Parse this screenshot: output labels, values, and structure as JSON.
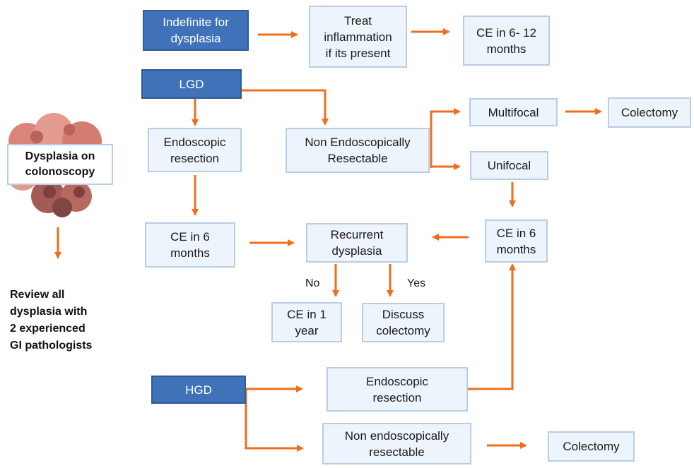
{
  "colors": {
    "arrow": "#f26d1b",
    "box_fill": "#eef4fb",
    "box_border": "#b9cde4",
    "dark_fill": "#3f72b8"
  },
  "side": {
    "title": "Dysplasia on\ncolonoscopy",
    "review": "Review all\ndysplasia with\n2 experienced\nGI pathologists",
    "cells_icon": "dysplastic-cells-icon"
  },
  "nodes": {
    "indefinite": "Indefinite for\ndysplasia",
    "treat": "Treat\ninflammation\nif its present",
    "ce_6_12": "CE in 6- 12\nmonths",
    "lgd": "LGD",
    "endo_resection_lgd": "Endoscopic\nresection",
    "non_endo_lgd": "Non Endoscopically\nResectable",
    "multifocal": "Multifocal",
    "colectomy_top": "Colectomy",
    "unifocal": "Unifocal",
    "ce_6_left": "CE in 6\nmonths",
    "recurrent": "Recurrent\ndysplasia",
    "ce_6_right": "CE in 6\nmonths",
    "ce_1_year": "CE  in 1\nyear",
    "discuss_colectomy": "Discuss\ncolectomy",
    "hgd": "HGD",
    "endo_resection_hgd": "Endoscopic\nresection",
    "non_endo_hgd": "Non endoscopically\nresectable",
    "colectomy_bottom": "Colectomy"
  },
  "labels": {
    "no": "No",
    "yes": "Yes"
  }
}
